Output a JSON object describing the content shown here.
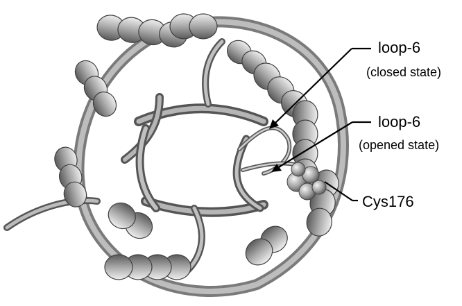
{
  "annotations": {
    "loop6_closed": {
      "name": "loop-6",
      "state": "(closed state)"
    },
    "loop6_opened": {
      "name": "loop-6",
      "state": "(opened state)"
    },
    "cys": {
      "name": "Cys176"
    }
  },
  "colors": {
    "ribbon_light": "#d8d8d8",
    "ribbon_mid": "#9c9c9c",
    "ribbon_dark": "#4a4a4a",
    "pointer": "#000000",
    "background": "#ffffff"
  }
}
